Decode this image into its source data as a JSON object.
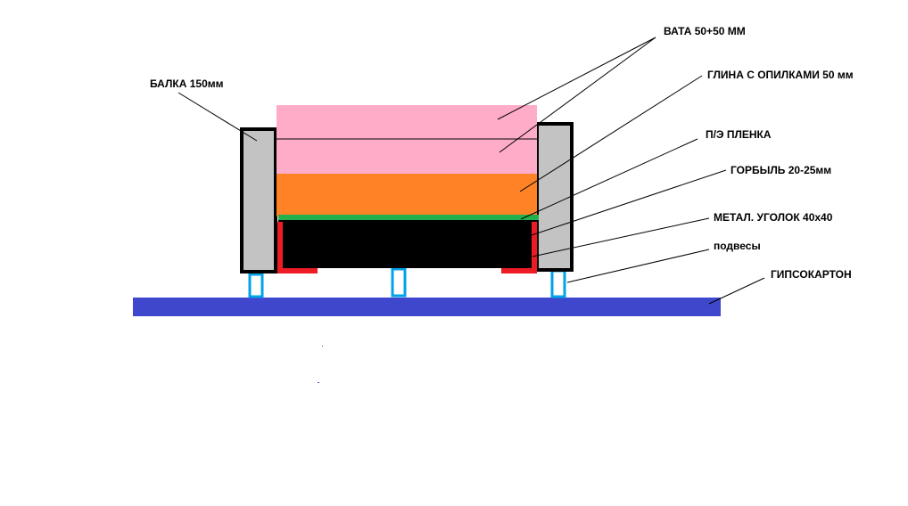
{
  "labels": {
    "vata": "ВАТА  50+50 ММ",
    "glina": "ГЛИНА С ОПИЛКАМИ   50 мм",
    "plenka": "П/Э  ПЛЕНКА",
    "gorbyl": "ГОРБЫЛЬ  20-25мм",
    "ugolok": "МЕТАЛ. УГОЛОК  40х40",
    "podvesy": "подвесы",
    "gipsokarton": "ГИПСОКАРТОН",
    "balka": "БАЛКА   150мм"
  },
  "colors": {
    "vata": "#ffacc8",
    "glina": "#ff8227",
    "plenka": "#22b14c",
    "gorbyl": "#000000",
    "ugolok": "#ed1c24",
    "beam": "#c3c3c3",
    "hanger": "#00a2e8",
    "drywall": "#3f48cc"
  }
}
